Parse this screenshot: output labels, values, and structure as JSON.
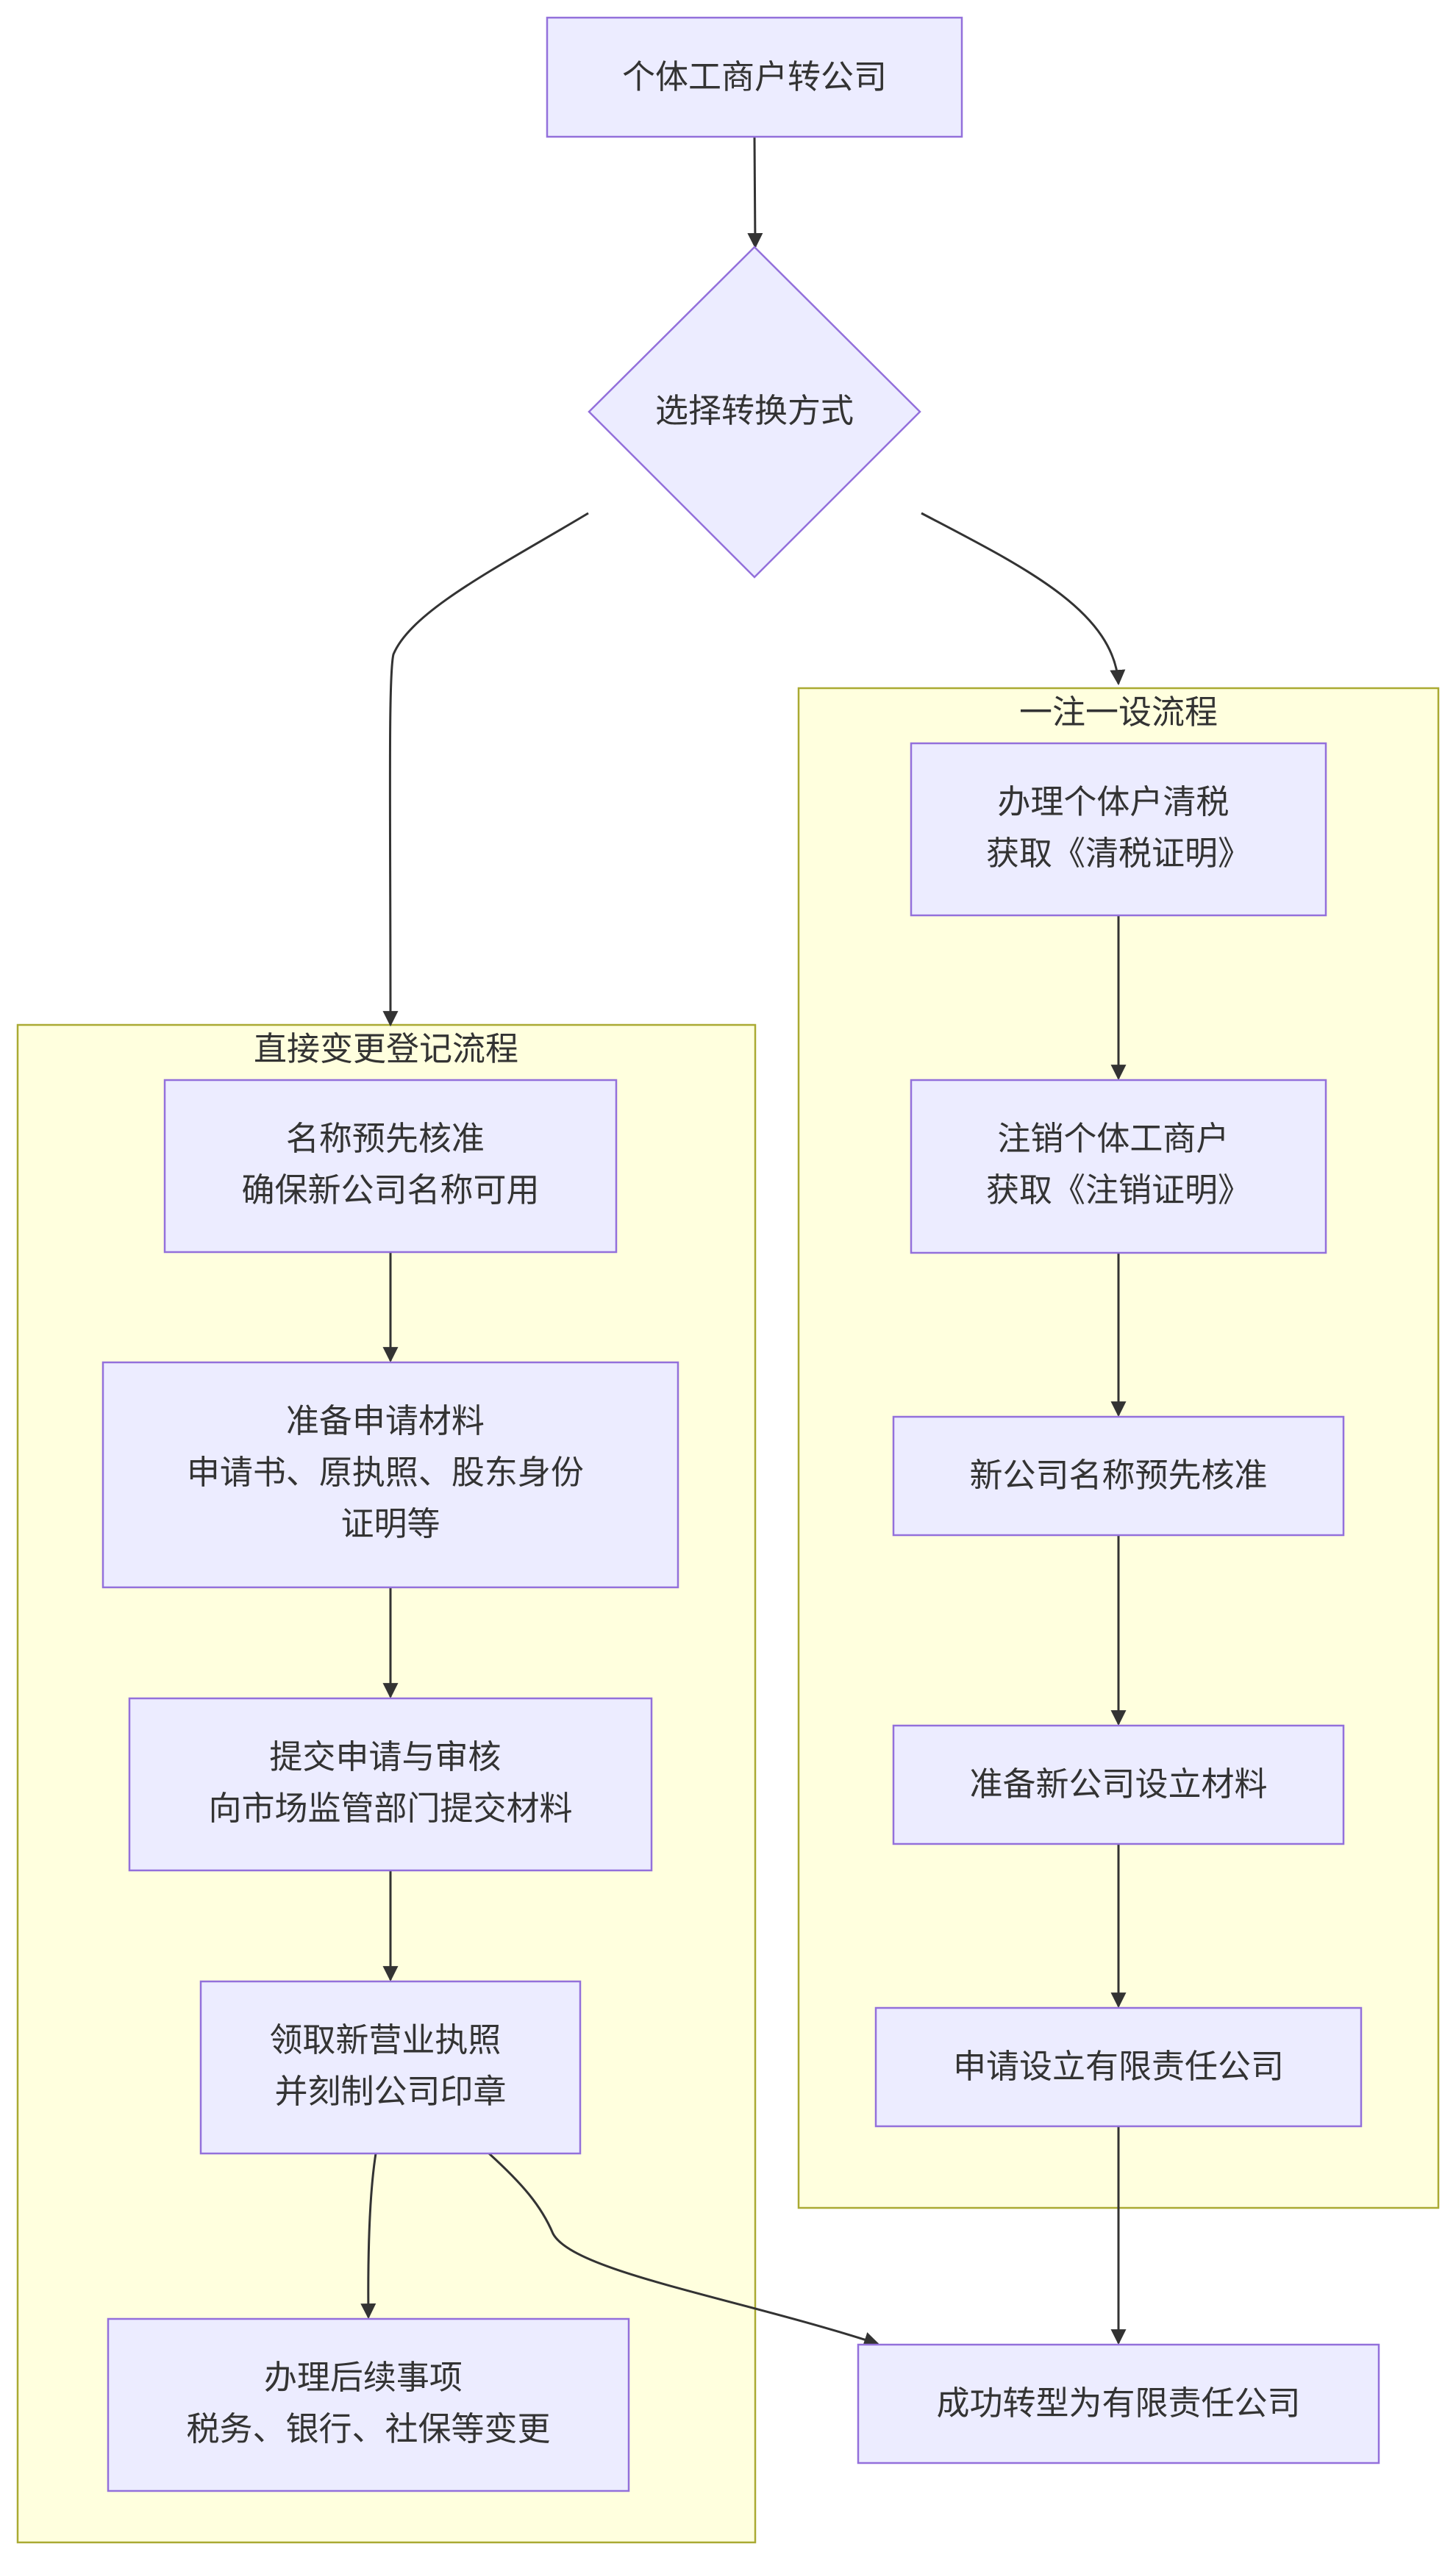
{
  "start": {
    "text": "个体工商户转公司"
  },
  "decision": {
    "text": "选择转换方式"
  },
  "cluster_direct": {
    "title": "直接变更登记流程",
    "steps": [
      {
        "lines": [
          "名称预先核准",
          "确保新公司名称可用"
        ]
      },
      {
        "lines": [
          "准备申请材料",
          "申请书、原执照、股东身份",
          "证明等"
        ]
      },
      {
        "lines": [
          "提交申请与审核",
          "向市场监管部门提交材料"
        ]
      },
      {
        "lines": [
          "领取新营业执照",
          "并刻制公司印章"
        ]
      },
      {
        "lines": [
          "办理后续事项",
          "税务、银行、社保等变更"
        ]
      }
    ]
  },
  "cluster_cancel": {
    "title": "一注一设流程",
    "steps": [
      {
        "lines": [
          "办理个体户清税",
          "获取《清税证明》"
        ]
      },
      {
        "lines": [
          "注销个体工商户",
          "获取《注销证明》"
        ]
      },
      {
        "lines": [
          "新公司名称预先核准"
        ]
      },
      {
        "lines": [
          "准备新公司设立材料"
        ]
      },
      {
        "lines": [
          "申请设立有限责任公司"
        ]
      }
    ]
  },
  "end": {
    "text": "成功转型为有限责任公司"
  }
}
